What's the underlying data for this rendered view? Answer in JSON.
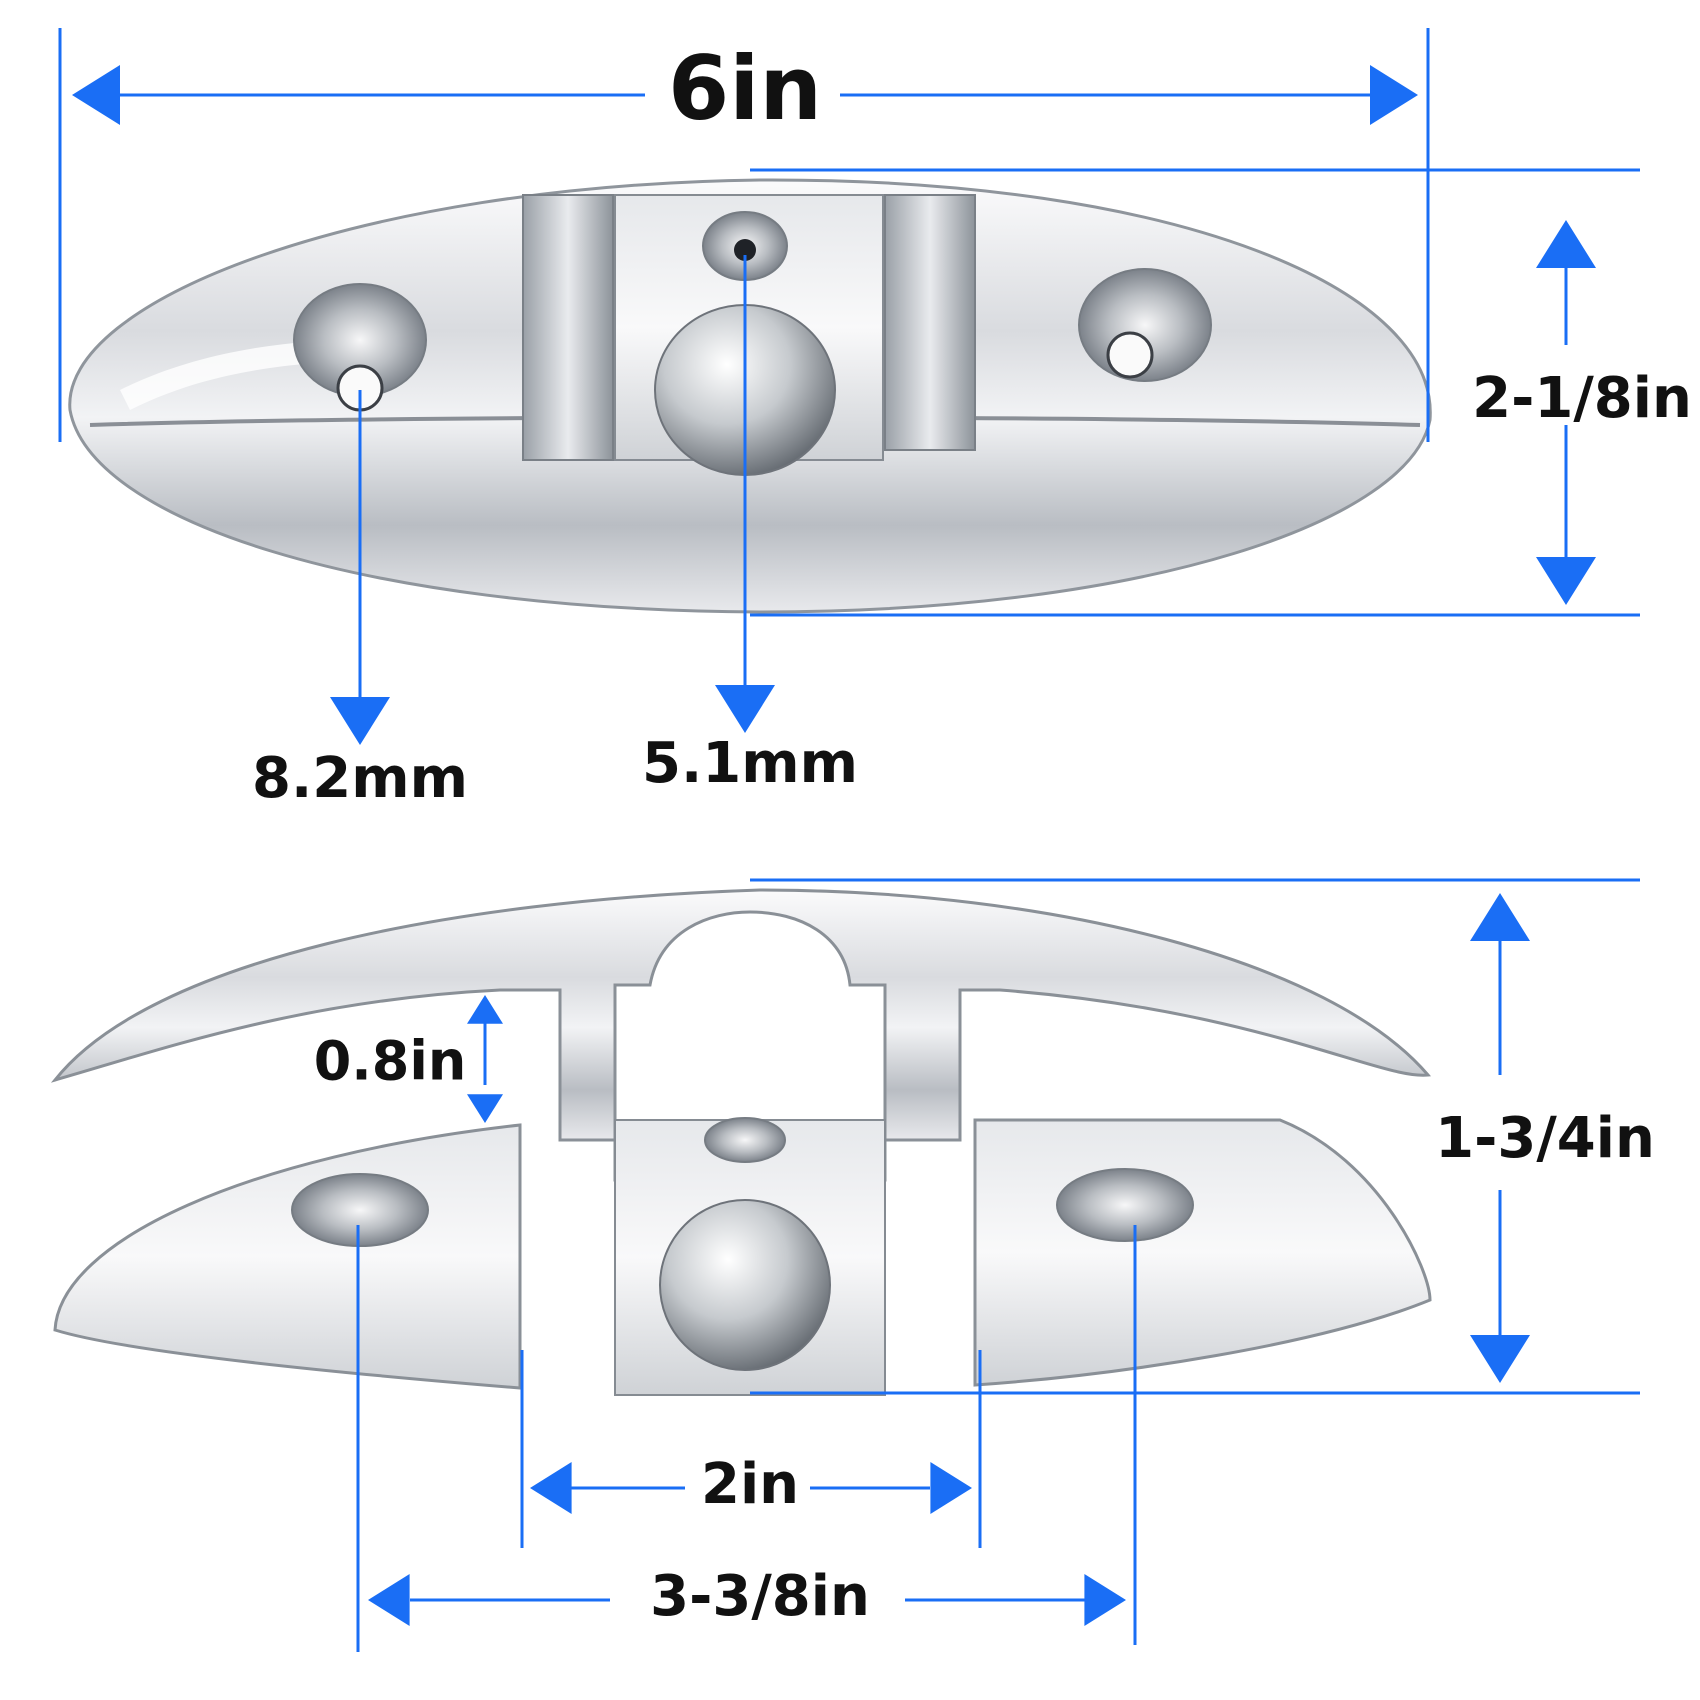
{
  "colors": {
    "dimension_line": "#1a6ef5",
    "label_text": "#111111",
    "steel_light": "#f4f5f7",
    "steel_mid": "#c9ccd1",
    "steel_dark": "#6e737a",
    "background": "#ffffff"
  },
  "top_view": {
    "overall_length": "6in",
    "overall_width": "2-1/8in",
    "mounting_hole_diameter": "8.2mm",
    "center_hole_diameter": "5.1mm"
  },
  "side_view": {
    "clearance_height": "0.8in",
    "overall_height": "1-3/4in",
    "base_gap": "2in",
    "hole_spacing": "3-3/8in"
  }
}
